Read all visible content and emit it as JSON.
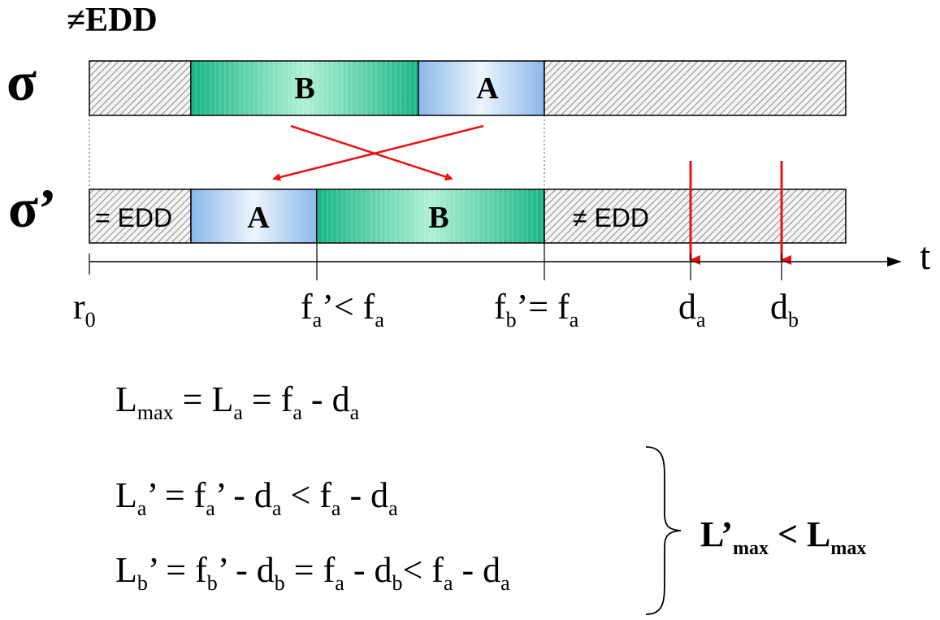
{
  "header": {
    "not_edd": "≠EDD"
  },
  "schedules": {
    "sigma": {
      "label": "σ",
      "blocks": [
        "B",
        "A"
      ]
    },
    "sigma_prime": {
      "label": "σ’",
      "blocks": [
        "= EDD",
        "A",
        "B",
        "≠ EDD"
      ]
    }
  },
  "axis": {
    "label": "t",
    "ticks": {
      "r0": {
        "base": "r",
        "sub": "0"
      },
      "fa_prime": {
        "f": "f",
        "sub1": "a",
        "mid": "’< f",
        "sub2": "a"
      },
      "fb_prime": {
        "f": "f",
        "sub1": "b",
        "mid": "’= f",
        "sub2": "a"
      },
      "da": {
        "base": "d",
        "sub": "a"
      },
      "db": {
        "base": "d",
        "sub": "b"
      }
    }
  },
  "colors": {
    "green": "#1abf8f",
    "blue": "#9cc4ee",
    "hatch": "#9a9a9a",
    "arrow": "#ee1111"
  },
  "equations": {
    "eq1": {
      "L": "L",
      "max": "max",
      "p1": " = L",
      "a1": "a",
      "p2": " = f",
      "a2": "a",
      "p3": " - d",
      "a3": "a"
    },
    "eq2": {
      "L": "L",
      "a0": "a",
      "p1": "’ = f",
      "a1": "a",
      "p2": "’ - d",
      "a2": "a",
      "p3": " < f",
      "a3": "a",
      "p4": " - d",
      "a4": "a"
    },
    "eq3": {
      "L": "L",
      "b0": "b",
      "p1": "’ = f",
      "b1": "b",
      "p2": "’ - d",
      "b2": "b",
      "p3": " = f",
      "a3": "a",
      "p4": " - d",
      "b4": "b",
      "p5": "< f",
      "a5": "a",
      "p6": " - d",
      "a6": "a"
    },
    "result": {
      "L": "L",
      "prime": "’",
      "max1": "max",
      "lt": " < L",
      "max2": "max"
    }
  }
}
